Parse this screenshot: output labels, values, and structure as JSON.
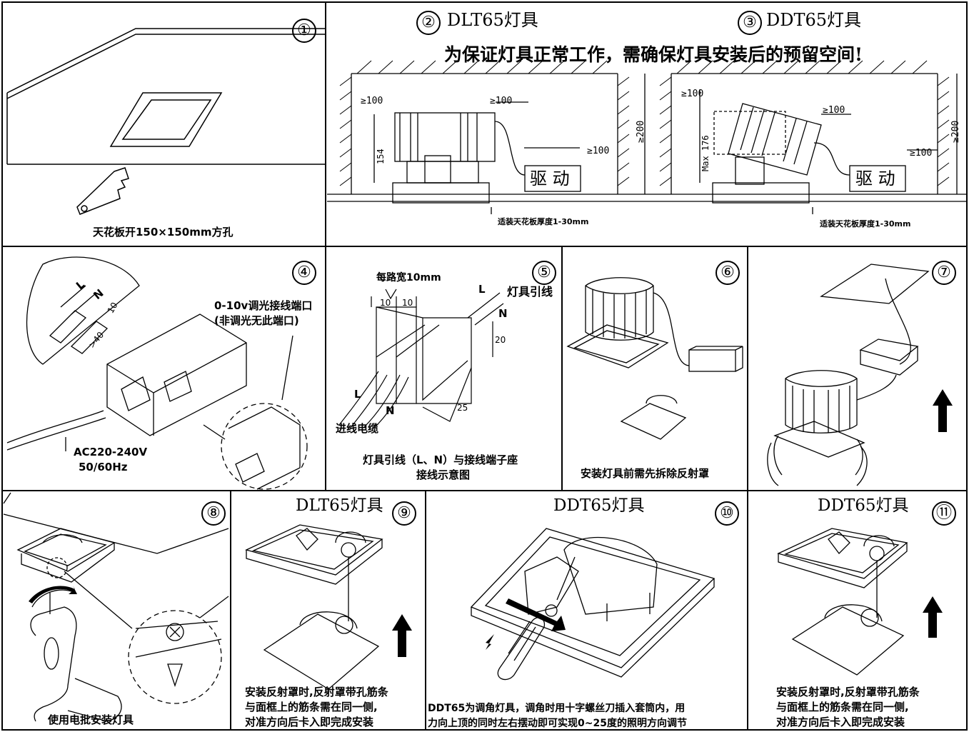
{
  "steps": [
    {
      "num": "①",
      "caption": "天花板开150×150mm方孔"
    },
    {
      "num": "②",
      "title": "DLT65灯具"
    },
    {
      "num": "③",
      "title": "DDT65灯具"
    },
    {
      "num": "④",
      "label_port": "0-10v调光接线端口",
      "label_port2": "(非调光无此端口)",
      "power": "AC220-240V",
      "freq": "50/60Hz",
      "L": "L",
      "N": "N",
      "dim_10": "10",
      "dim_40": ">40"
    },
    {
      "num": "⑤",
      "width_label": "每路宽10mm",
      "w1": "10",
      "w2": "10",
      "L": "L",
      "N": "N",
      "lead": "灯具引线",
      "h": "20",
      "d": "25",
      "in_cable": "进线电缆",
      "caption1": "灯具引线（L、N）与接线端子座",
      "caption2": "接线示意图"
    },
    {
      "num": "⑥",
      "caption": "安装灯具前需先拆除反射罩"
    },
    {
      "num": "⑦"
    },
    {
      "num": "⑧",
      "caption": "使用电批安装灯具"
    },
    {
      "num": "⑨",
      "title": "DLT65灯具",
      "caption1": "安装反射罩时,反射罩带孔筋条",
      "caption2": "与面框上的筋条需在同一侧,",
      "caption3": "对准方向后卡入即完成安装"
    },
    {
      "num": "⑩",
      "title": "DDT65灯具",
      "caption1": "DDT65为调角灯具，调角时用十字螺丝刀插入套筒内，用",
      "caption2": "力向上顶的同时左右摆动即可实现0~25度的照明方向调节"
    },
    {
      "num": "⑪",
      "title": "DDT65灯具",
      "caption1": "安装反射罩时,反射罩带孔筋条",
      "caption2": "与面框上的筋条需在同一侧,",
      "caption3": "对准方向后卡入即完成安装"
    }
  ],
  "notice": "为保证灯具正常工作，需确保灯具安装后的预留空间!",
  "dims": {
    "d100a": "≥100",
    "d100b": "≥100",
    "d100c": "≥100",
    "d200": "≥200",
    "d154": "154",
    "d100d": "≥100",
    "d100e": "≥100",
    "d100f": "≥100",
    "d200b": "≥200",
    "max176": "Max 176"
  },
  "driver_label": "驱 动",
  "ceiling_note": "适装天花板厚度1-30mm"
}
